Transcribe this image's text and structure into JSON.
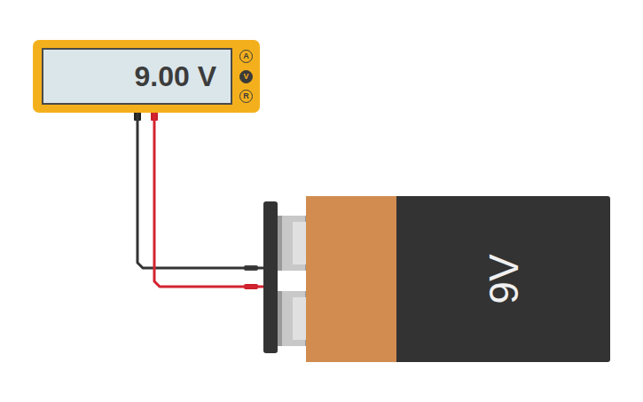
{
  "diagram": {
    "nodes": [
      {
        "text": [
          "9.00 V"
        ]
      },
      {
        "text": [
          "A"
        ],
        "in": 0
      },
      {
        "text": [
          "V"
        ],
        "in": 0
      },
      {
        "text": [
          "R"
        ],
        "in": 0
      },
      {
        "text": [
          "9V"
        ]
      }
    ],
    "edges": [
      {
        "from": 0,
        "to": 4,
        "arrow": "none"
      },
      {
        "from": 0,
        "to": 4,
        "arrow": "none"
      }
    ]
  }
}
